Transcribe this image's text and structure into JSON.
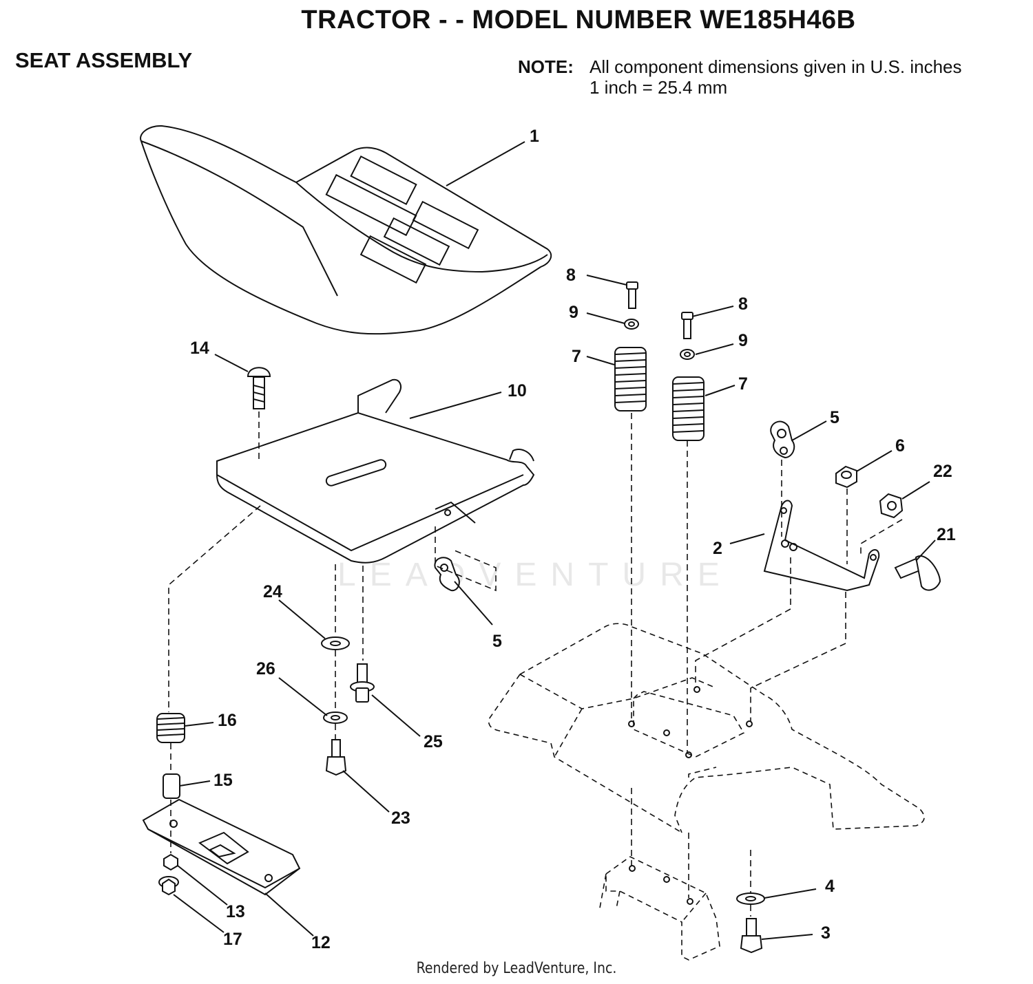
{
  "header": {
    "title": "TRACTOR - - MODEL NUMBER WE185H46B",
    "subtitle": "SEAT ASSEMBLY",
    "note_label": "NOTE:",
    "note_line1": "All component dimensions given in U.S. inches",
    "note_line2": "1 inch = 25.4 mm"
  },
  "watermark": "LEADVENTURE",
  "footer": "Rendered by LeadVenture, Inc.",
  "callouts": {
    "c1": "1",
    "c2": "2",
    "c3": "3",
    "c4": "4",
    "c5a": "5",
    "c5b": "5",
    "c6": "6",
    "c7a": "7",
    "c7b": "7",
    "c8a": "8",
    "c8b": "8",
    "c9a": "9",
    "c9b": "9",
    "c10": "10",
    "c12": "12",
    "c13": "13",
    "c14": "14",
    "c15": "15",
    "c16": "16",
    "c17": "17",
    "c21": "21",
    "c22": "22",
    "c23": "23",
    "c24": "24",
    "c25": "25",
    "c26": "26"
  }
}
